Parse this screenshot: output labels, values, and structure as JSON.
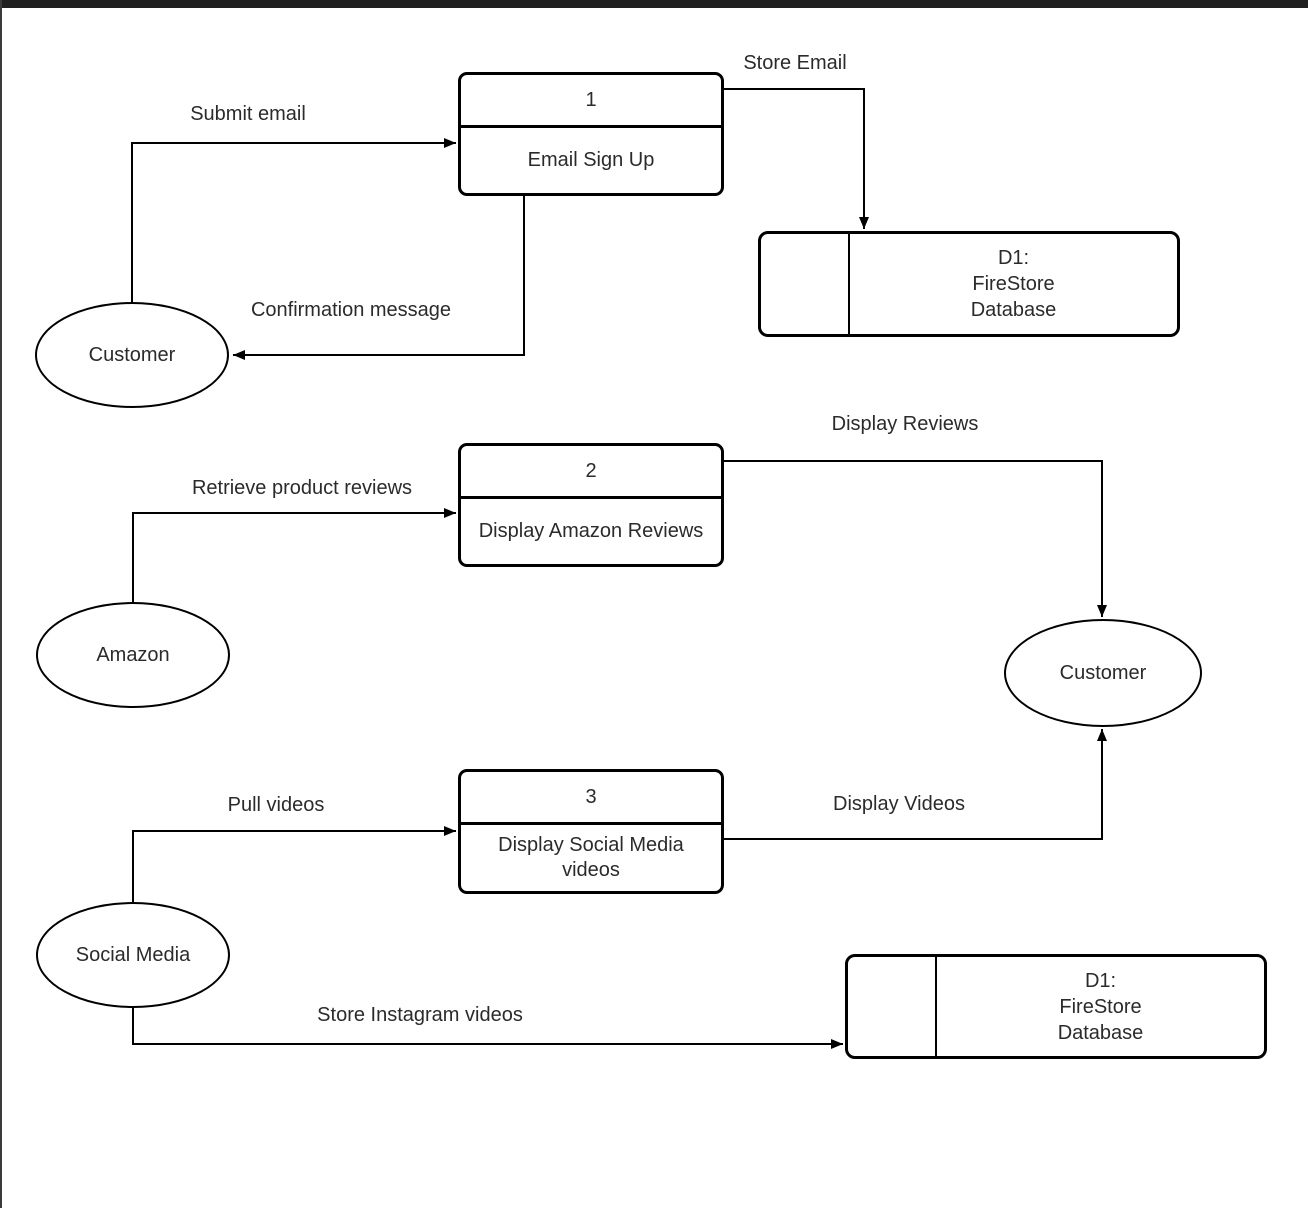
{
  "window": {
    "topbar_color": "#202020",
    "background": "#ffffff"
  },
  "diagram": {
    "type": "data-flow-diagram",
    "processes": [
      {
        "number": "1",
        "label": "Email Sign Up"
      },
      {
        "number": "2",
        "label": "Display Amazon Reviews"
      },
      {
        "number": "3",
        "label": "Display Social Media videos"
      }
    ],
    "external_entities": [
      {
        "label": "Customer"
      },
      {
        "label": "Amazon"
      },
      {
        "label": "Social Media"
      },
      {
        "label": "Customer"
      }
    ],
    "data_stores": [
      {
        "lines": [
          "D1:",
          "FireStore",
          "Database"
        ]
      },
      {
        "lines": [
          "D1:",
          "FireStore",
          "Database"
        ]
      }
    ],
    "flows": [
      {
        "label": "Submit email",
        "from": "Customer",
        "to": "1 Email Sign Up"
      },
      {
        "label": "Store Email",
        "from": "1 Email Sign Up",
        "to": "D1: FireStore Database"
      },
      {
        "label": "Confirmation message",
        "from": "1 Email Sign Up",
        "to": "Customer"
      },
      {
        "label": "Retrieve product reviews",
        "from": "Amazon",
        "to": "2 Display Amazon Reviews"
      },
      {
        "label": "Display Reviews",
        "from": "2 Display Amazon Reviews",
        "to": "Customer"
      },
      {
        "label": "Pull videos",
        "from": "Social Media",
        "to": "3 Display Social Media videos"
      },
      {
        "label": "Display Videos",
        "from": "3 Display Social Media videos",
        "to": "Customer"
      },
      {
        "label": "Store Instagram videos",
        "from": "Social Media",
        "to": "D1: FireStore Database"
      }
    ],
    "colors": {
      "stroke": "#000000",
      "text": "#2b2b2b"
    }
  }
}
